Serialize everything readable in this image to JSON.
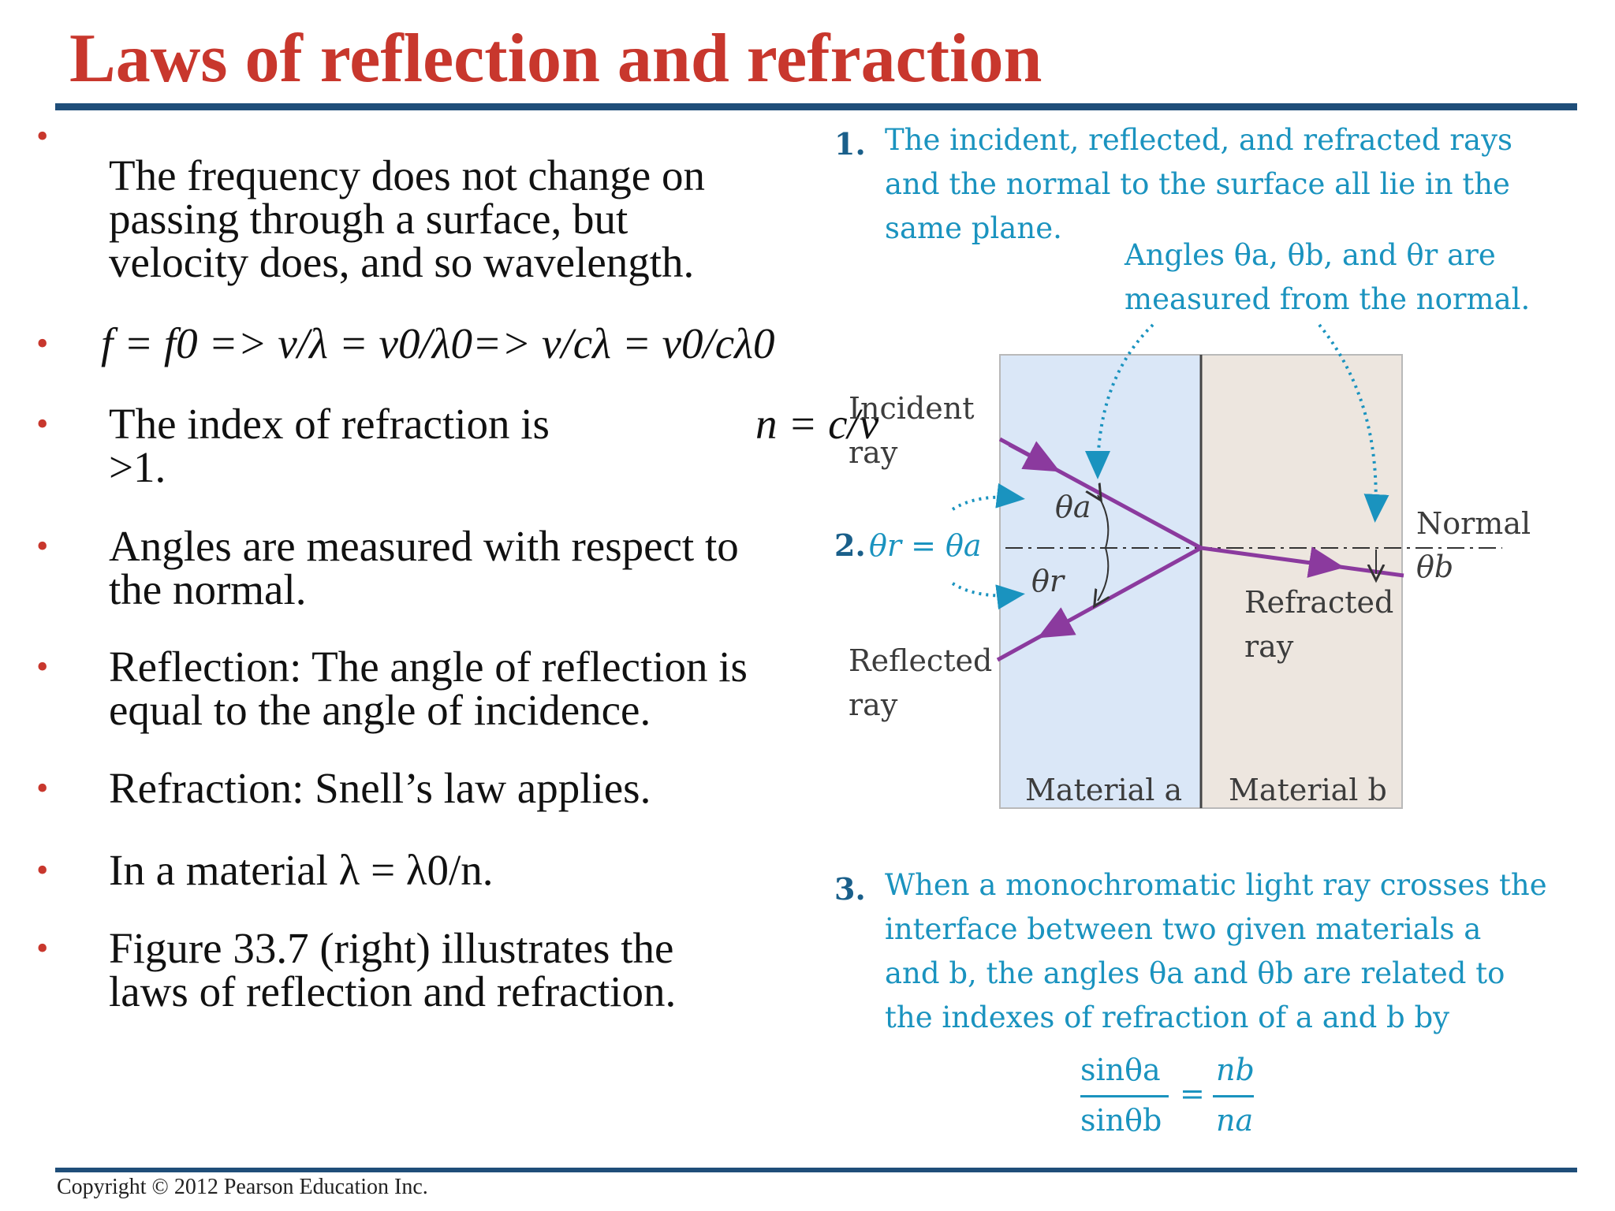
{
  "title": "Laws of reflection and refraction",
  "footer": {
    "copyright": "Copyright © 2012 Pearson Education Inc."
  },
  "bullets": [
    {
      "lines": [
        "The frequency does not change on",
        "passing through a surface, but",
        "velocity does, and so wavelength."
      ]
    },
    {
      "lines": [
        "f = f0 => v/λ = v0/λ0=> v/cλ = v0/cλ0"
      ]
    },
    {
      "lines": [
        "The index of refraction is",
        ">1."
      ],
      "extra": "n = c/v"
    },
    {
      "lines": [
        "Angles are measured with respect to",
        "the normal."
      ]
    },
    {
      "lines": [
        "Reflection: The angle of reflection is",
        "equal to the angle of incidence."
      ]
    },
    {
      "lines": [
        "Refraction: Snell’s law applies."
      ]
    },
    {
      "lines": [
        "In a material λ = λ0/n."
      ]
    },
    {
      "lines": [
        "Figure 33.7 (right) illustrates the",
        "laws of reflection and refraction."
      ]
    }
  ],
  "bullet_symbol": "•",
  "figure": {
    "step1": {
      "num": "1.",
      "lines": [
        "The incident, reflected, and refracted rays",
        "and the normal to the surface all lie in the",
        "same plane."
      ]
    },
    "angles_note": [
      "Angles θa, θb, and θr are",
      "measured from the normal."
    ],
    "incident": [
      "Incident",
      "ray"
    ],
    "reflected": [
      "Reflected",
      "ray"
    ],
    "refracted": [
      "Refracted",
      "ray"
    ],
    "normal": "Normal",
    "step2": {
      "num": "2.",
      "text": "θr = θa"
    },
    "theta_a": "θa",
    "theta_r": "θr",
    "theta_b": "θb",
    "material_a": "Material a",
    "material_b": "Material b",
    "step3": {
      "num": "3.",
      "lines": [
        "When a monochromatic light ray crosses the",
        "interface between two given materials a",
        "and b, the angles θa and θb are related to",
        "the indexes of refraction of a and b by"
      ]
    },
    "formula": {
      "num1": "sinθa",
      "den1": "sinθb",
      "num2": "nb",
      "den2": "na",
      "eq": "="
    },
    "colors": {
      "panel_a": "#dae7f7",
      "panel_b": "#ede6df",
      "ray": "#8b3a9e",
      "accent": "#1a93bf",
      "label": "#3c3c3c"
    }
  }
}
